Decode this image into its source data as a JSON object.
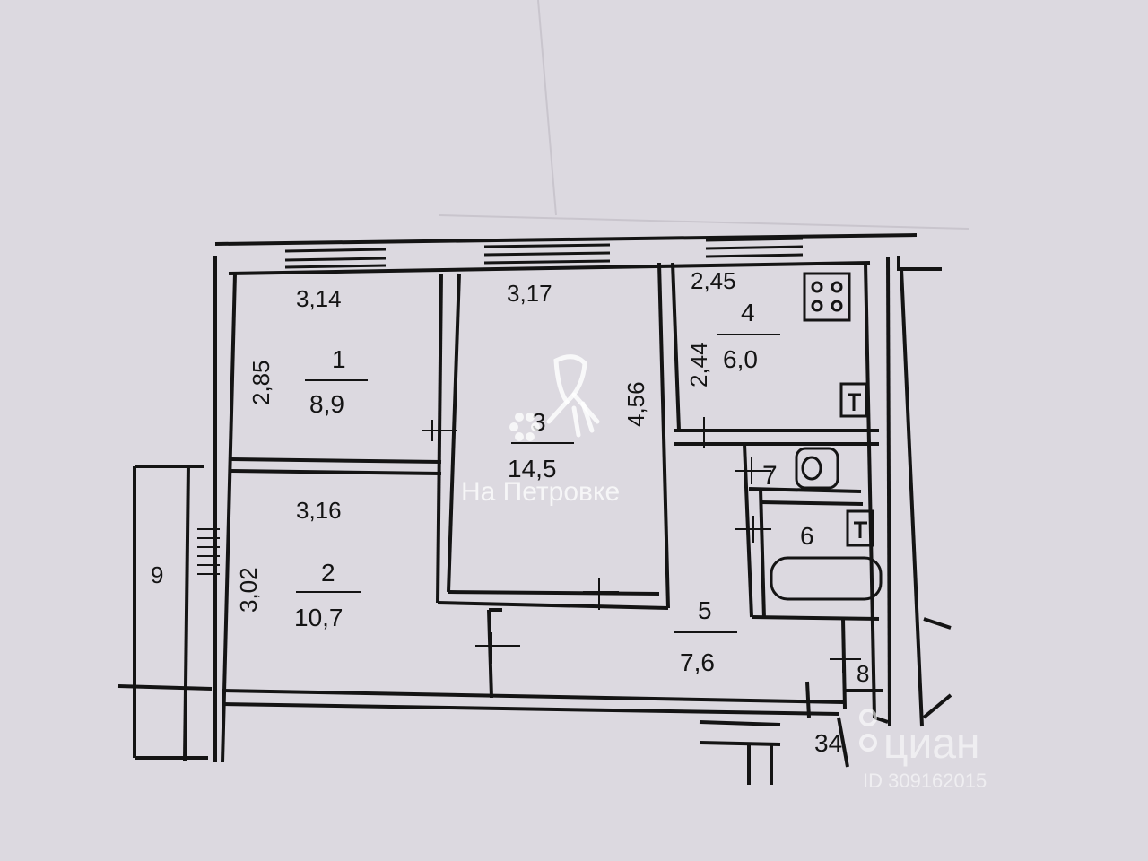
{
  "rooms": [
    {
      "id": "1",
      "area": "8,9",
      "width": "3,14",
      "depth": "2,85"
    },
    {
      "id": "2",
      "area": "10,7",
      "width": "3,16",
      "depth": "3,02"
    },
    {
      "id": "3",
      "area": "14,5",
      "width": "3,17",
      "depth": "4,56"
    },
    {
      "id": "4",
      "area": "6,0",
      "width": "2,45",
      "depth": "2,44"
    },
    {
      "id": "5",
      "area": "7,6"
    },
    {
      "id": "6"
    },
    {
      "id": "7"
    },
    {
      "id": "8"
    },
    {
      "id": "9"
    }
  ],
  "extra_dimension": "34",
  "watermarks": {
    "agency": "На Петровке",
    "brand": "циан",
    "listing_id": "ID 309162015"
  },
  "colors": {
    "paper": "#dcd9e0",
    "ink": "#141414",
    "watermark": "#ffffff"
  }
}
